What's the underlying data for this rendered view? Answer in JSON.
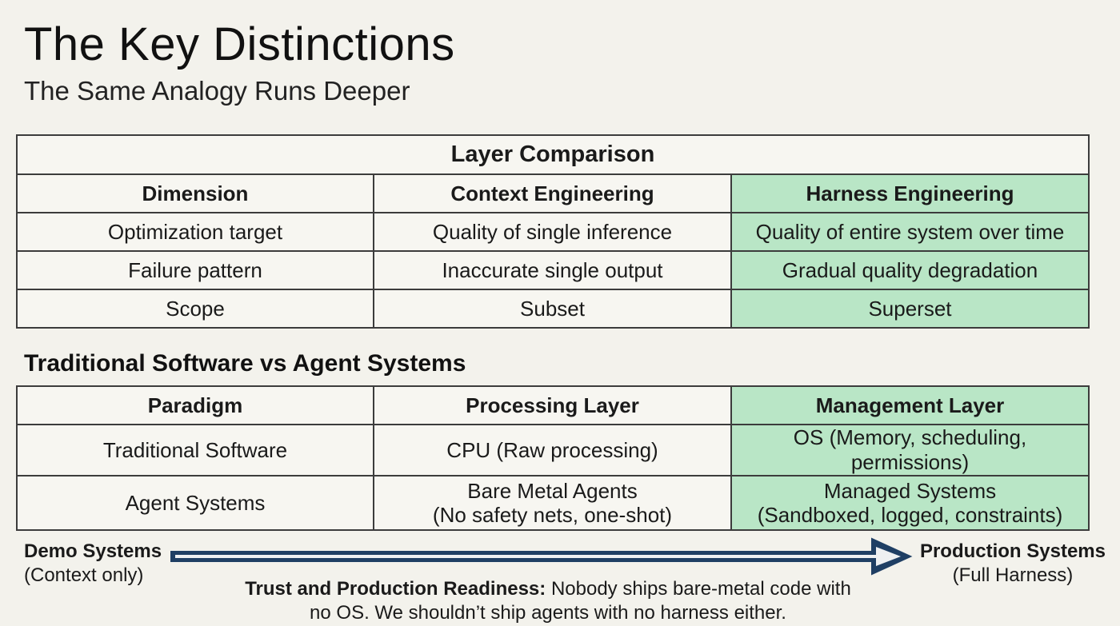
{
  "header": {
    "title": "The Key Distinctions",
    "subtitle": "The Same Analogy Runs Deeper"
  },
  "layer_table": {
    "caption": "Layer Comparison",
    "columns": [
      "Dimension",
      "Context Engineering",
      "Harness Engineering"
    ],
    "rows": [
      [
        "Optimization target",
        "Quality of single inference",
        "Quality of entire system over time"
      ],
      [
        "Failure pattern",
        "Inaccurate single output",
        "Gradual quality degradation"
      ],
      [
        "Scope",
        "Subset",
        "Superset"
      ]
    ]
  },
  "paradigm_section": {
    "title": "Traditional Software vs Agent Systems",
    "columns": [
      "Paradigm",
      "Processing Layer",
      "Management Layer"
    ],
    "rows": [
      [
        "Traditional Software",
        "CPU (Raw processing)",
        "OS (Memory, scheduling, permissions)"
      ],
      [
        "Agent Systems",
        "Bare Metal Agents",
        "Managed Systems"
      ]
    ],
    "row2_sub": [
      "(No safety nets, one-shot)",
      "(Sandboxed, logged, constraints)"
    ]
  },
  "spectrum": {
    "start_title": "Demo Systems",
    "start_sub": "(Context only)",
    "end_title": "Production Systems",
    "end_sub": "(Full Harness)",
    "note_bold": "Trust and Production Readiness:",
    "note_rest": "Nobody ships bare-metal code with no OS. We shouldn’t ship agents with no harness either."
  },
  "colors": {
    "highlight_green": "#b9e6c6",
    "arrow_blue": "#1f3f64",
    "background": "#f3f2ec"
  }
}
